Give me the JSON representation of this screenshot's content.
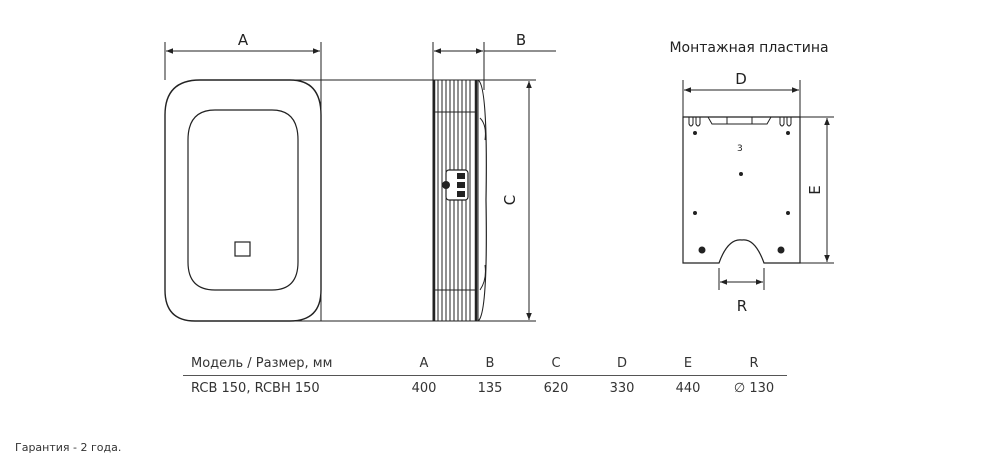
{
  "diagram": {
    "dim_labels": {
      "A": "A",
      "B": "B",
      "C": "C",
      "D": "D",
      "E": "E",
      "R": "R"
    },
    "plate_title": "Монтажная пластина",
    "plate_mark": "3"
  },
  "table": {
    "headers": [
      "Модель / Размер, мм",
      "A",
      "B",
      "C",
      "D",
      "E",
      "R"
    ],
    "rows": [
      [
        "RCB 150, RCBH 150",
        "400",
        "135",
        "620",
        "330",
        "440",
        "∅ 130"
      ]
    ]
  },
  "footer": "Гарантия - 2 года."
}
